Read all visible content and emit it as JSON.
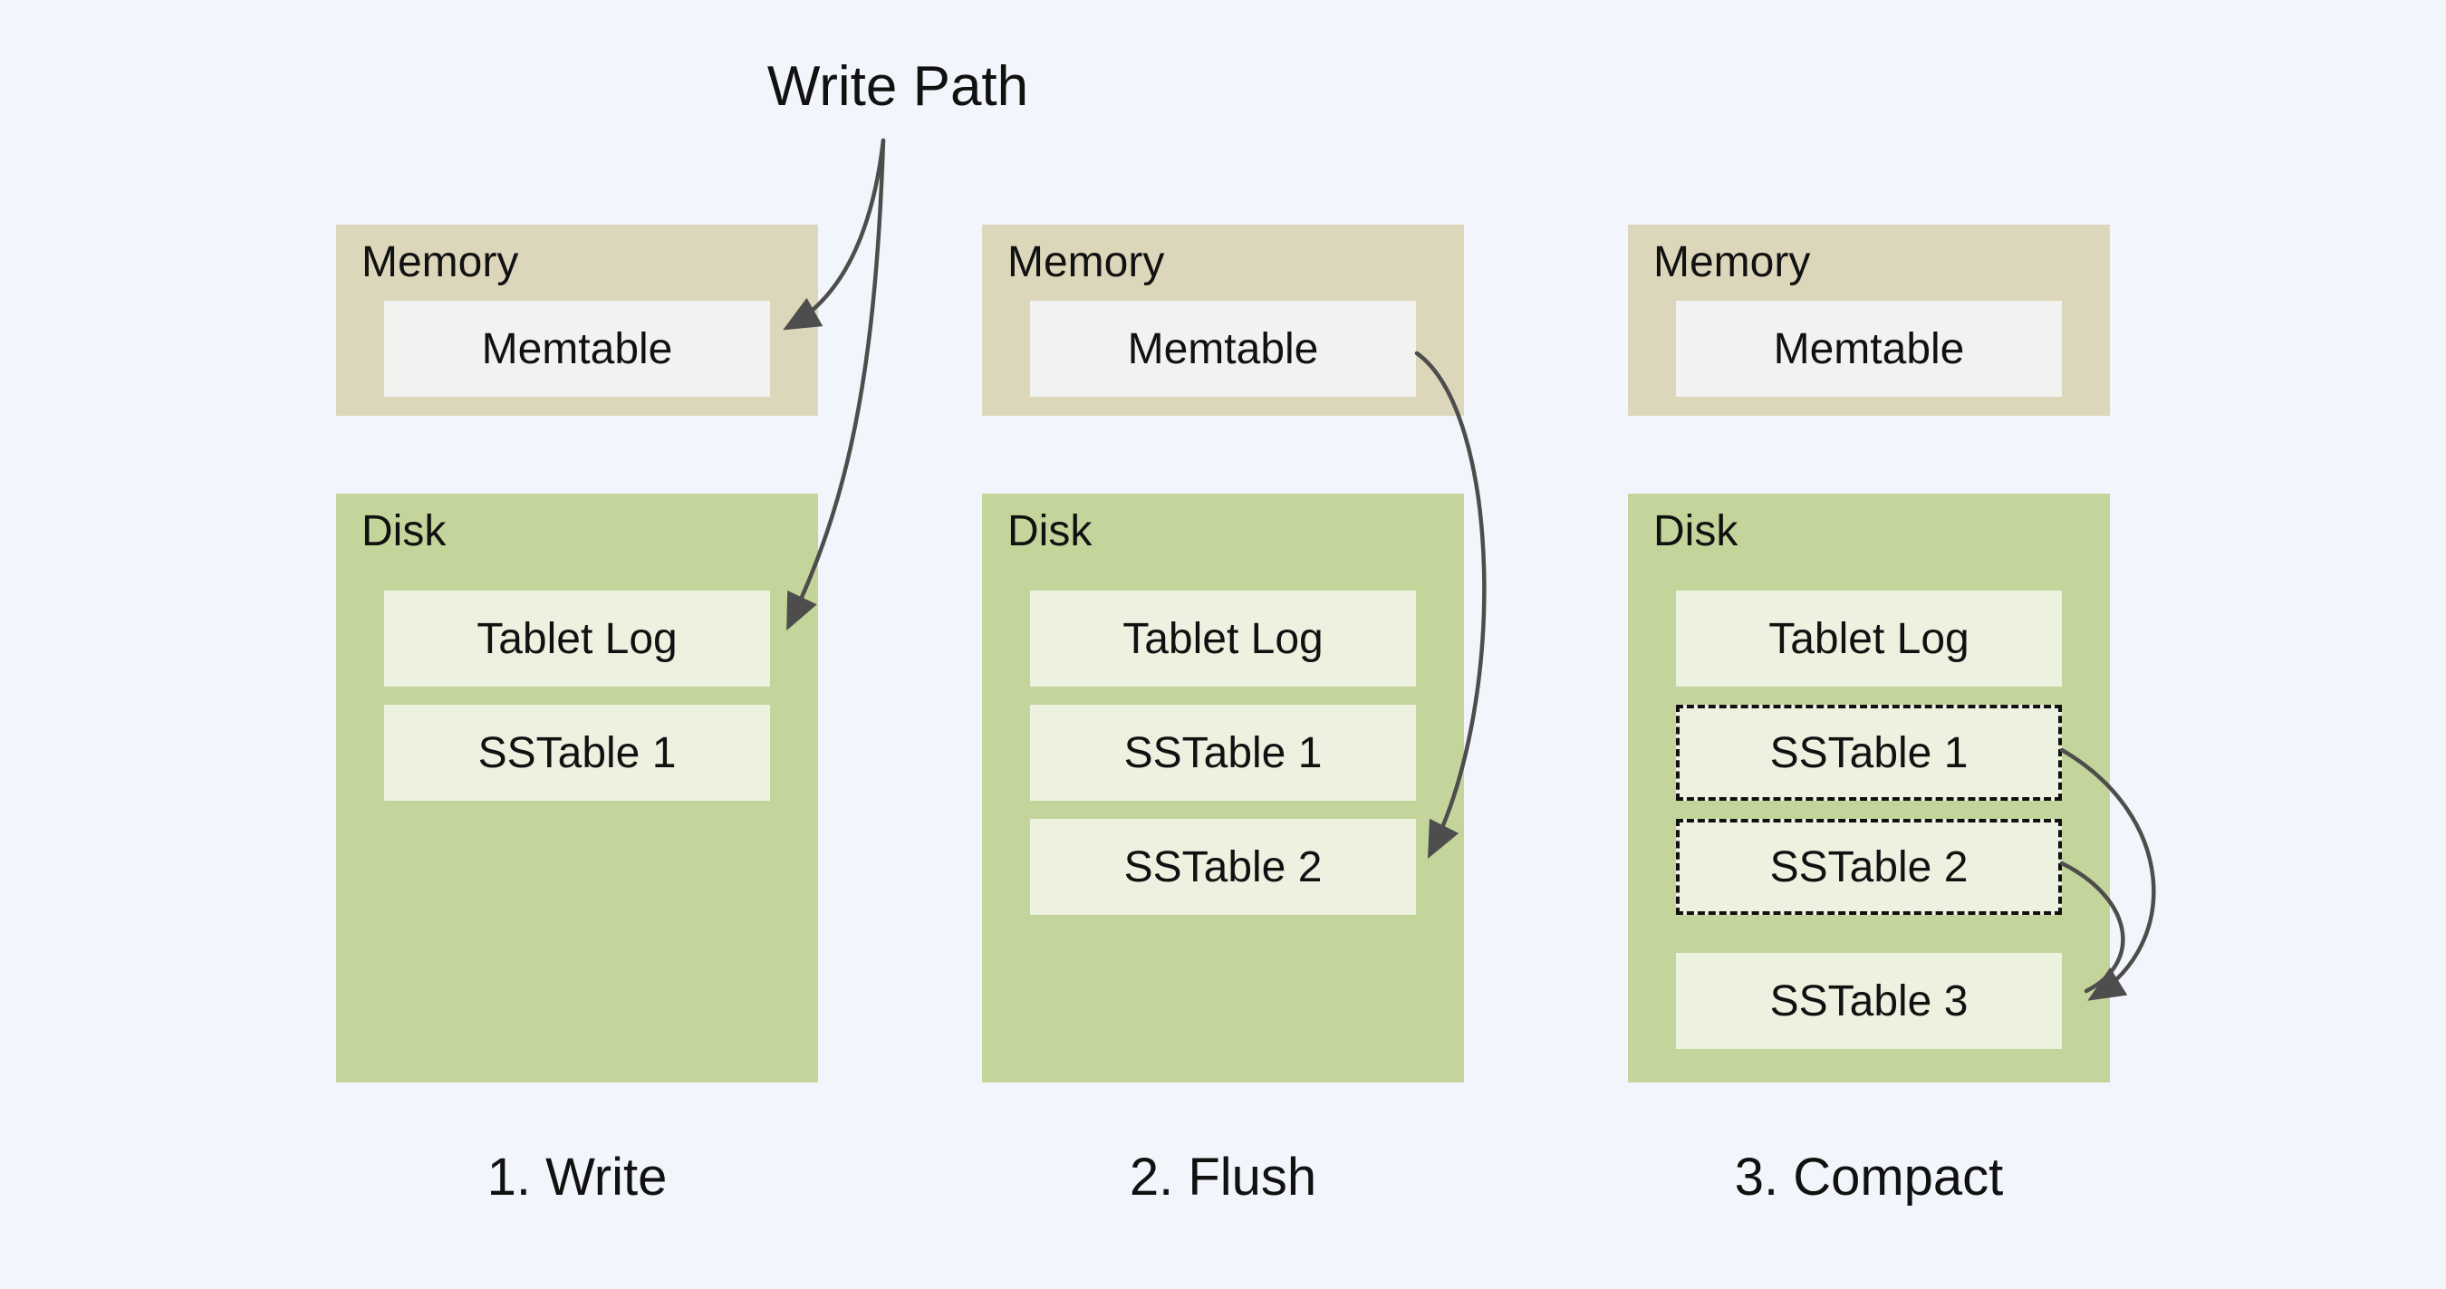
{
  "title": {
    "text": "Write Path"
  },
  "theme": {
    "background": "#f2f5fb",
    "memory_fill": "#dcd6ba",
    "disk_fill": "#c4d59b",
    "memory_item_fill": "#f2f2f1",
    "disk_item_fill": "#edf2e0",
    "text_color": "#111111",
    "arrow_color": "#4d4d4d",
    "dashed_border_color": "#111111"
  },
  "panels": [
    {
      "caption": "1. Write",
      "memory": {
        "label": "Memory",
        "items": [
          {
            "label": "Memtable"
          }
        ]
      },
      "disk": {
        "label": "Disk",
        "items": [
          {
            "label": "Tablet Log"
          },
          {
            "label": "SSTable 1"
          }
        ]
      }
    },
    {
      "caption": "2. Flush",
      "memory": {
        "label": "Memory",
        "items": [
          {
            "label": "Memtable"
          }
        ]
      },
      "disk": {
        "label": "Disk",
        "items": [
          {
            "label": "Tablet Log"
          },
          {
            "label": "SSTable 1"
          },
          {
            "label": "SSTable 2"
          }
        ]
      }
    },
    {
      "caption": "3. Compact",
      "memory": {
        "label": "Memory",
        "items": [
          {
            "label": "Memtable"
          }
        ]
      },
      "disk": {
        "label": "Disk",
        "items": [
          {
            "label": "Tablet Log"
          },
          {
            "label": "SSTable 1",
            "style": "dashed"
          },
          {
            "label": "SSTable 2",
            "style": "dashed"
          },
          {
            "label": "SSTable 3"
          }
        ]
      }
    }
  ],
  "arrows": [
    {
      "name": "write-path-to-memtable",
      "from": "Write Path",
      "to": "Memtable (panel 1)"
    },
    {
      "name": "write-path-to-tablet-log",
      "from": "Write Path",
      "to": "Tablet Log (panel 1)"
    },
    {
      "name": "memtable-to-sstable-2",
      "from": "Memtable (panel 2)",
      "to": "SSTable 2 (panel 2)"
    },
    {
      "name": "sstable-1-to-sstable-3",
      "from": "SSTable 1 (panel 3)",
      "to": "SSTable 3 (panel 3)"
    },
    {
      "name": "sstable-2-to-sstable-3",
      "from": "SSTable 2 (panel 3)",
      "to": "SSTable 3 (panel 3)"
    }
  ]
}
